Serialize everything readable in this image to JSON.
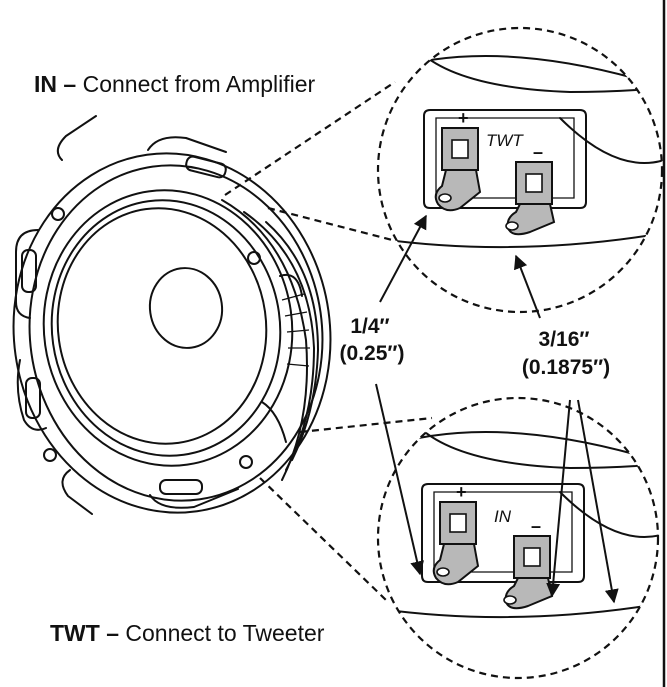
{
  "labels": {
    "in_bold": "IN",
    "in_dash": " – ",
    "in_text": "Connect from Amplifier",
    "twt_bold": "TWT",
    "twt_dash": " – ",
    "twt_text": "Connect to Tweeter",
    "term_upper": "TWT",
    "term_lower": "IN",
    "plus": "+",
    "minus": "–",
    "size_small_1": "1/4″",
    "size_small_2": "(0.25″)",
    "size_large_1": "3/16″",
    "size_large_2": "(0.1875″)"
  },
  "colors": {
    "ink": "#111111",
    "terminal_fill": "#b8b8b8",
    "terminal_dark": "#444444",
    "background": "#ffffff"
  },
  "icons": {
    "speaker": "speaker-woofer-icon",
    "terminal": "spade-terminal-icon"
  }
}
